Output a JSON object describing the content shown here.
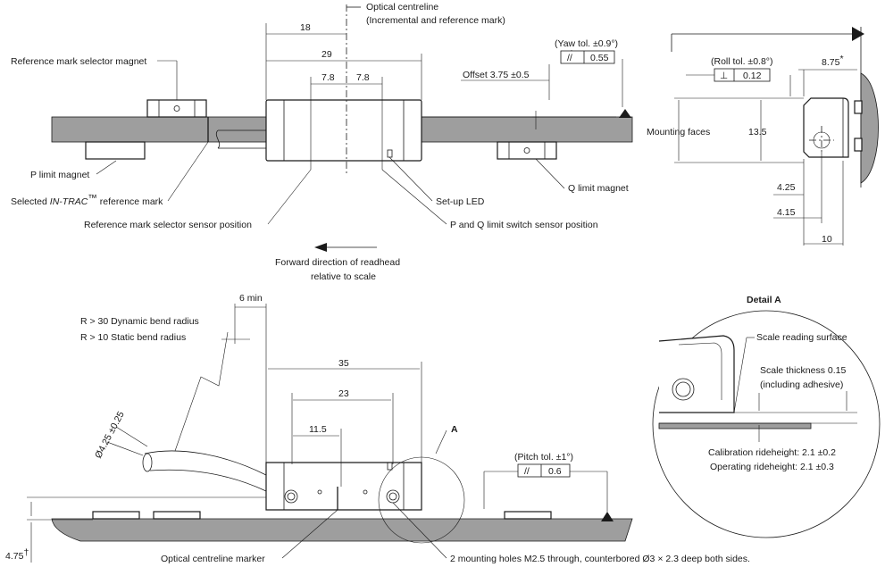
{
  "labels": {
    "optical_centreline": "Optical centreline",
    "optical_centreline_sub": "(Incremental and reference mark)",
    "ref_mark_selector_magnet": "Reference mark selector magnet",
    "p_limit_magnet": "P limit magnet",
    "selected_ref_mark_prefix": "Selected ",
    "selected_ref_mark_brand": "IN-TRAC",
    "selected_ref_mark_tm": "™",
    "selected_ref_mark_suffix": " reference mark",
    "ref_mark_sensor_position": "Reference mark selector sensor position",
    "setup_led": "Set-up LED",
    "pq_limit_sensor_position": "P and Q limit switch sensor position",
    "q_limit_magnet": "Q limit magnet",
    "forward_direction_1": "Forward direction of readhead",
    "forward_direction_2": "relative to scale",
    "offset": "Offset 3.75 ±0.5",
    "yaw_tol": "(Yaw tol. ±0.9°)",
    "roll_tol": "(Roll tol. ±0.8°)",
    "mounting_faces": "Mounting faces",
    "dynamic_bend": "R > 30 Dynamic bend radius",
    "static_bend": "R > 10 Static bend radius",
    "six_min": "6 min",
    "cable_dia": "Ø4.25 ±0.25",
    "detail_ref": "A",
    "pitch_tol": "(Pitch tol. ±1°)",
    "optical_centreline_marker": "Optical centreline marker",
    "mounting_holes": "2 mounting holes M2.5 through, counterbored Ø3 × 2.3 deep both sides.",
    "detail_a": "Detail A",
    "scale_reading_surface": "Scale reading surface",
    "scale_thickness": "Scale thickness 0.15",
    "including_adhesive": "(including adhesive)",
    "calibration_rideheight": "Calibration rideheight: 2.1 ±0.2",
    "operating_rideheight": "Operating rideheight: 2.1 ±0.3"
  },
  "dimensions": {
    "d18": "18",
    "d29": "29",
    "d78a": "7.8",
    "d78b": "7.8",
    "d875": "8.75",
    "d875_mark": "*",
    "d135": "13.5",
    "d425": "4.25",
    "d415": "4.15",
    "d10": "10",
    "d35": "35",
    "d23": "23",
    "d115": "11.5",
    "d475": "4.75",
    "d475_mark": "†"
  },
  "tolerances": {
    "yaw_symbol": "//",
    "yaw_value": "0.55",
    "roll_symbol": "⊥",
    "roll_value": "0.12",
    "pitch_symbol": "//",
    "pitch_value": "0.6"
  }
}
